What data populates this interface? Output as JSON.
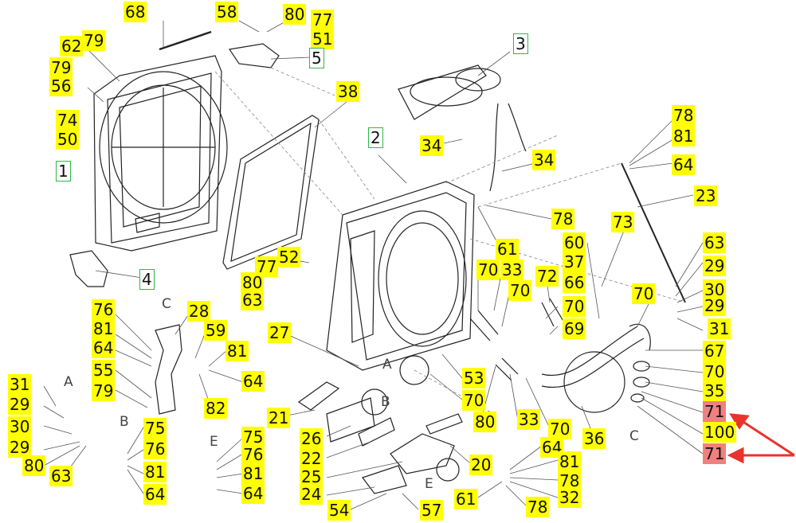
{
  "diagram": {
    "highlight_colors": {
      "label_bg": "#ffff00",
      "alert_label_bg": "#f08080",
      "arrow": "#e8342c",
      "assembly_border": "#2fb84a"
    },
    "section_letters": {
      "a1": "A",
      "b1": "B",
      "c1": "C",
      "e1": "E",
      "a2": "A",
      "b2": "B",
      "c2": "C",
      "e2": "E"
    },
    "labels": {
      "l68": "68",
      "l58": "58",
      "l80a": "80",
      "l77a": "77",
      "l51": "51",
      "l5": "5",
      "l62": "62",
      "l79a": "79",
      "l79b": "79",
      "l56": "56",
      "l74": "74",
      "l50": "50",
      "l1": "1",
      "l38": "38",
      "l3": "3",
      "l2": "2",
      "l34a": "34",
      "l34b": "34",
      "l78a": "78",
      "l81a": "81",
      "l64a": "64",
      "l23": "23",
      "l78b": "78",
      "l73": "73",
      "l60": "60",
      "l37": "37",
      "l66": "66",
      "l72": "72",
      "l70a": "70",
      "l33a": "33",
      "l70b": "70",
      "l70c": "70",
      "l69": "69",
      "l70d": "70",
      "l61a": "61",
      "l63a": "63",
      "l29a": "29",
      "l30a": "30",
      "l29b": "29",
      "l31a": "31",
      "l67": "67",
      "l70e": "70",
      "l35": "35",
      "l71a": "71",
      "l100": "100",
      "l71b": "71",
      "l4": "4",
      "l52": "52",
      "l77b": "77",
      "l80b": "80",
      "l63b": "63",
      "l28": "28",
      "l76a": "76",
      "l81b": "81",
      "l64b": "64",
      "l55": "55",
      "l79c": "79",
      "l59": "59",
      "l81c": "81",
      "l64c": "64",
      "l82": "82",
      "l27": "27",
      "l31b": "31",
      "l29c": "29",
      "l30b": "30",
      "l29d": "29",
      "l80c": "80",
      "l63c": "63",
      "l75a": "75",
      "l76b": "76",
      "l81d": "81",
      "l64d": "64",
      "l75b": "75",
      "l76c": "76",
      "l81e": "81",
      "l64e": "64",
      "l21": "21",
      "l26": "26",
      "l22": "22",
      "l25": "25",
      "l24": "24",
      "l54": "54",
      "l57": "57",
      "l53": "53",
      "l70f": "70",
      "l80d": "80",
      "l33b": "33",
      "l70g": "70",
      "l36": "36",
      "l20": "20",
      "l64f": "64",
      "l81f": "81",
      "l78c": "78",
      "l32": "32",
      "l61b": "61",
      "l78d": "78"
    }
  }
}
